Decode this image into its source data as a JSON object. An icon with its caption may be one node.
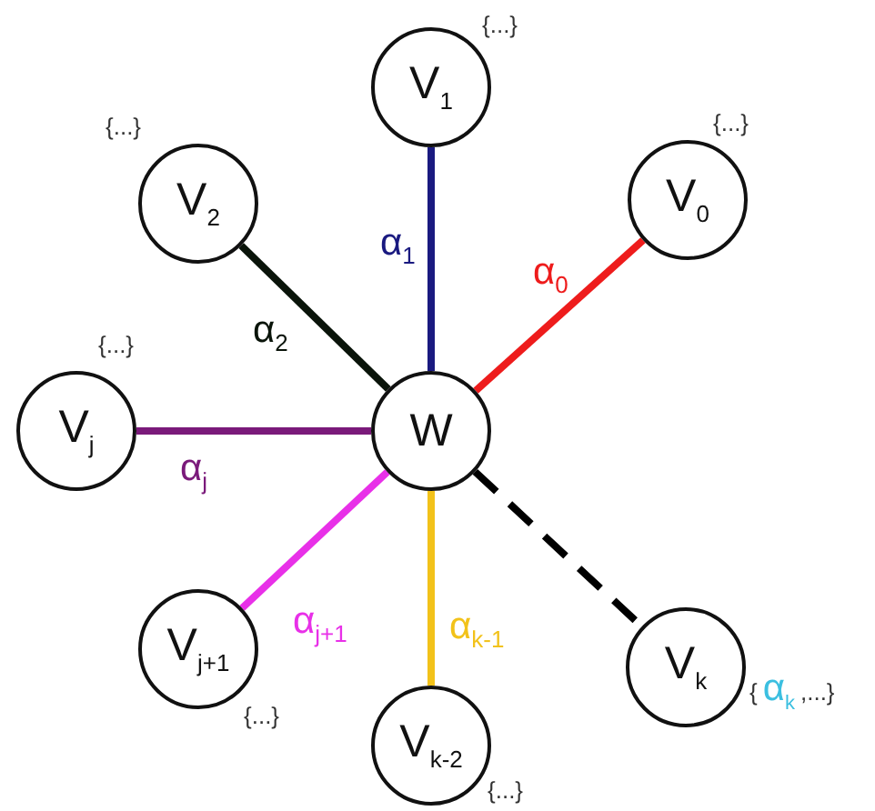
{
  "diagram": {
    "nodes": [
      {
        "text": [
          "V$_{1}$"
        ],
        "beside": [
          "{...}"
        ]
      },
      {
        "text": [
          "V$_{2}$"
        ],
        "beside": [
          "{...}"
        ]
      },
      {
        "text": [
          "V$_{0}$"
        ],
        "beside": [
          "{...}"
        ]
      },
      {
        "text": [
          "V$_{j}$"
        ],
        "beside": [
          "{...}"
        ]
      },
      {
        "text": [
          "W"
        ]
      },
      {
        "text": [
          "V$_{j+1}$"
        ],
        "beside": [
          "{...}"
        ]
      },
      {
        "text": [
          "V$_{k}$"
        ],
        "beside": [
          "{",
          "α$_{k}$",
          ",...}"
        ]
      },
      {
        "text": [
          "V$_{k-2}$"
        ],
        "beside": [
          "{...}"
        ]
      }
    ],
    "edges": [
      {
        "from": 4,
        "to": 2,
        "arrow": "none",
        "label": "α$_{0}$",
        "color": "#ee1c1c"
      },
      {
        "from": 4,
        "to": 0,
        "arrow": "none",
        "label": "α$_{1}$",
        "color": "#1a1a80"
      },
      {
        "from": 4,
        "to": 1,
        "arrow": "none",
        "label": "α$_{2}$",
        "color": "#0a140a"
      },
      {
        "from": 4,
        "to": 3,
        "arrow": "none",
        "label": "α$_{j}$",
        "color": "#7a1a7a"
      },
      {
        "from": 4,
        "to": 5,
        "arrow": "none",
        "label": "α$_{j+1}$",
        "color": "#e830e8"
      },
      {
        "from": 4,
        "to": 7,
        "arrow": "none",
        "label": "α$_{k-1}$",
        "color": "#f2c21a"
      },
      {
        "from": 4,
        "to": 6,
        "arrow": "none",
        "style": "dashed",
        "color": "#000000"
      }
    ]
  }
}
